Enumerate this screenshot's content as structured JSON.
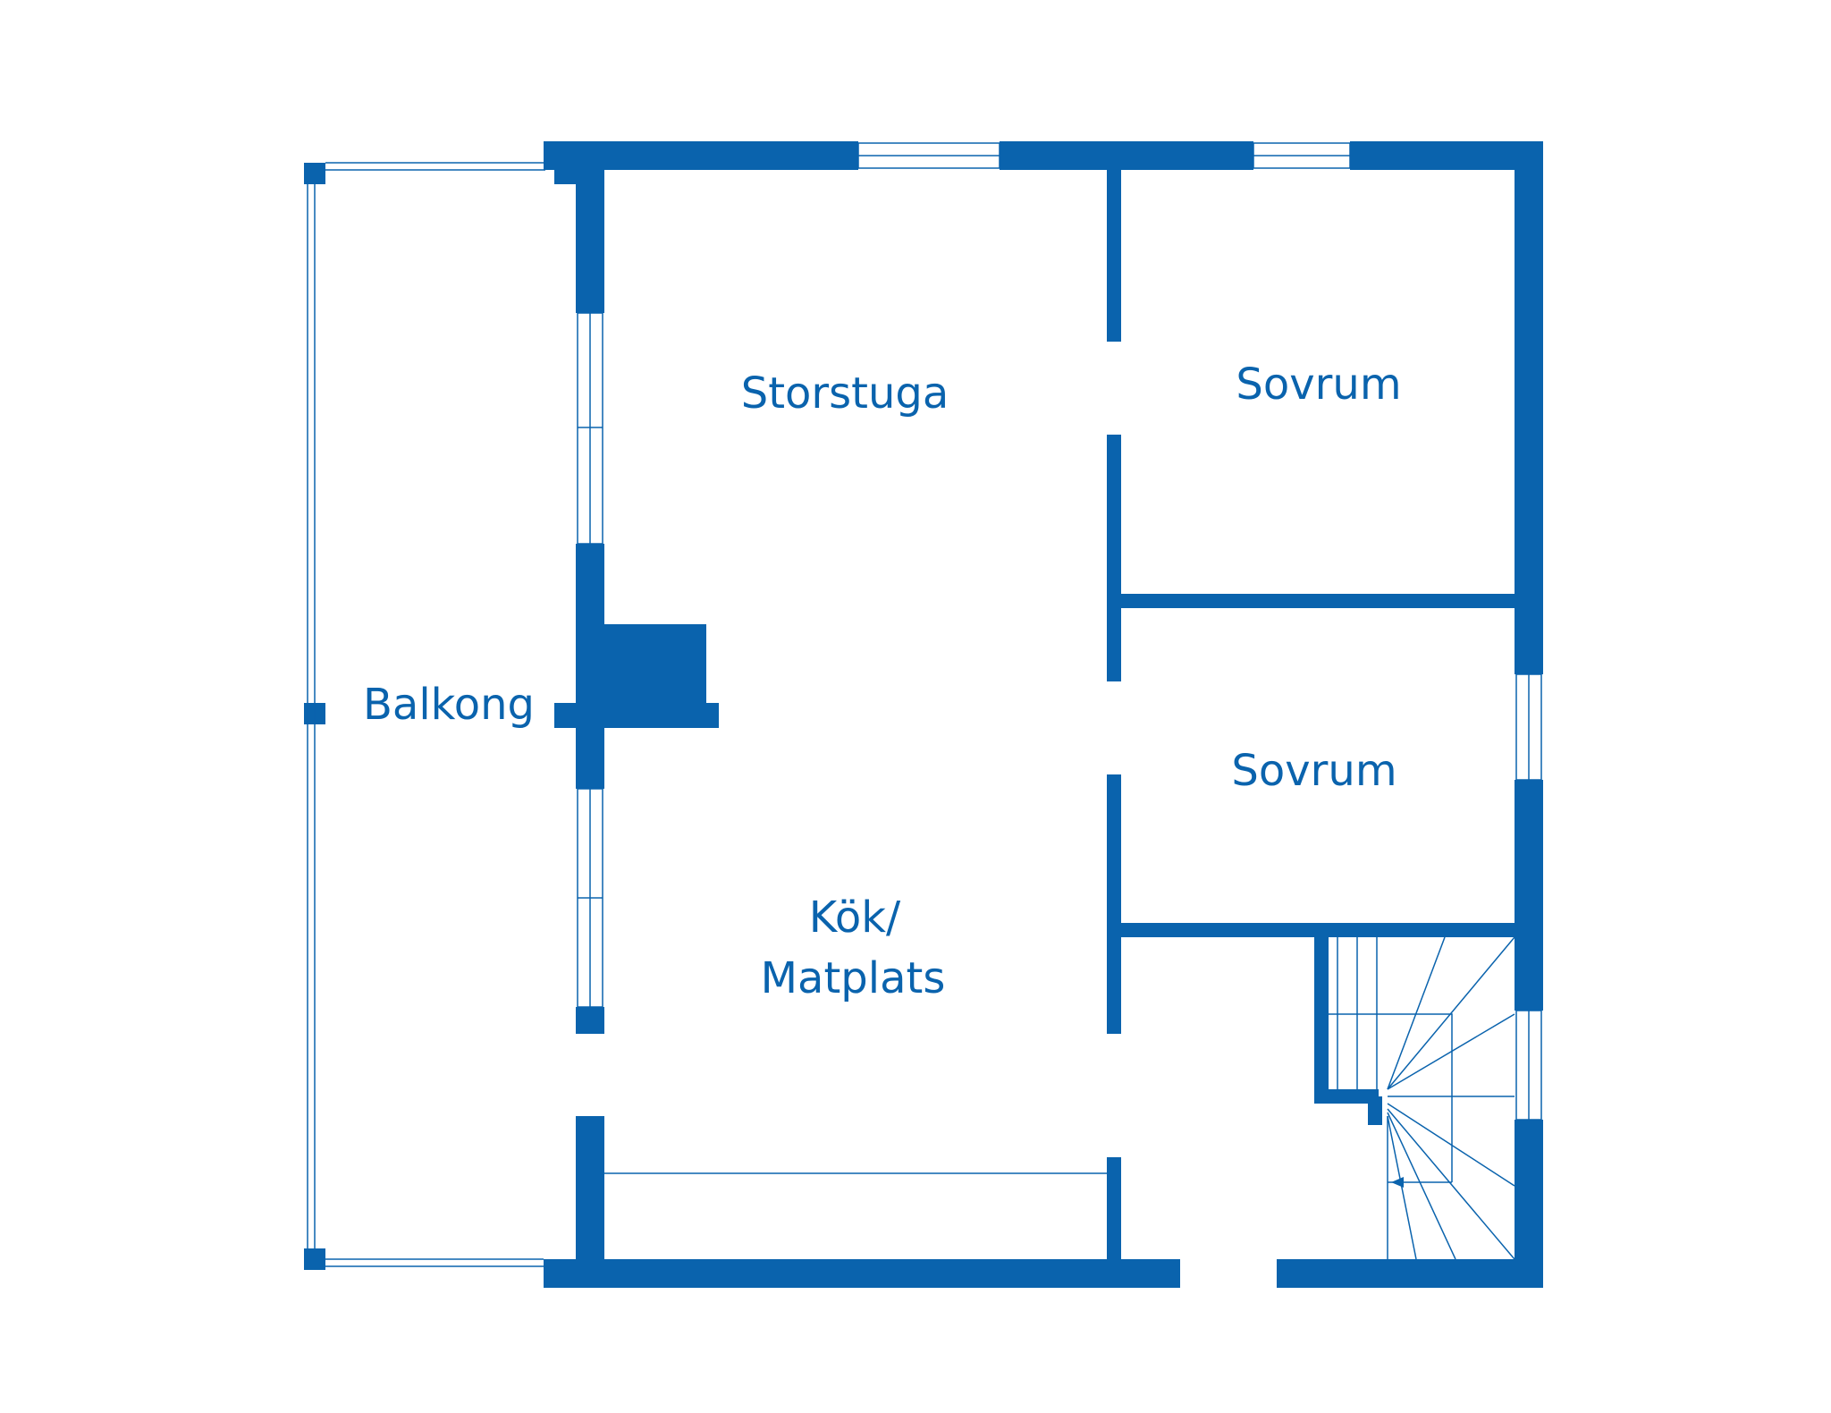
{
  "colors": {
    "wall": "#0a63ad",
    "background": "#ffffff"
  },
  "rooms": {
    "storstuga": "Storstuga",
    "sovrum_upper": "Sovrum",
    "sovrum_lower": "Sovrum",
    "balkong": "Balkong",
    "kok_line1": "Kök/",
    "kok_line2": "Matplats"
  }
}
